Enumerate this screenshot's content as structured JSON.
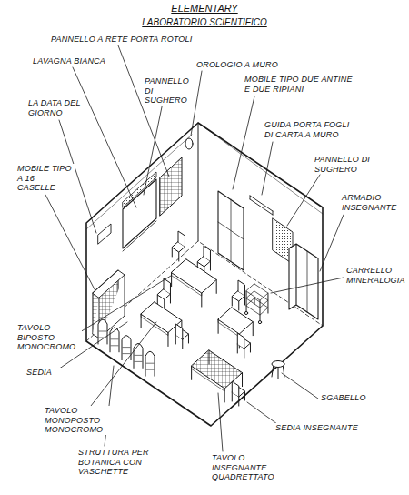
{
  "diagram": {
    "title": "ELEMENTARY",
    "labels": [
      "LABORATORIO SCIENTIFICO",
      "PANNELLO A RETE PORTA ROTOLI",
      "OROLOGIO A MURO",
      "LAVAGNA BIANCA",
      "PANNELLO DI SUGHERO",
      "MOBILE TIPO DUE ANTINE E DUE RIPIANI",
      "LA DATA DEL GIORNO",
      "GUIDA PORTA FOGLI DI CARTA A MURO",
      "PANNELLO DI SUGHERO",
      "MOBILE TIPO A 16 CASELLE",
      "ARMADIO INSEGNANTE",
      "CARRELLO MINERALOGIA",
      "TAVOLO BIPOSTO MONOCROMO",
      "SEDIA",
      "TAVOLO MONOPOSTO MONOCROMO",
      "SGABELLO",
      "SEDIA INSEGNANTE",
      "STRUTTURA PER BOTANICA CON VASCHETTE",
      "TAVOLO INSEGNANTE QUADRETTATO"
    ]
  }
}
